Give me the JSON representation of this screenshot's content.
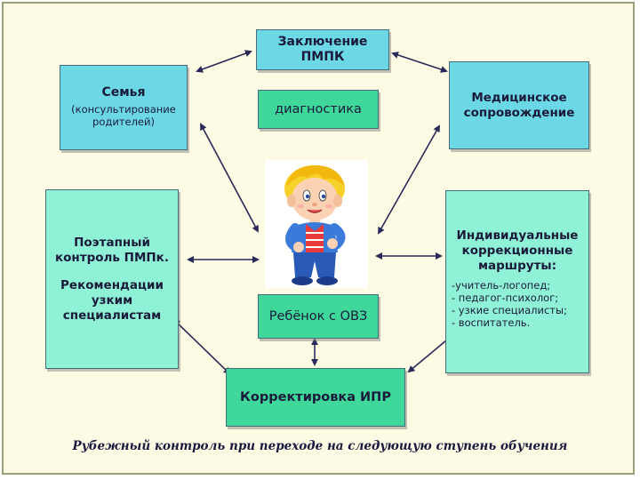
{
  "boxes": {
    "conclusion": "Заключение ПМПК",
    "family_title": "Семья",
    "family_sub": "(консультирование родителей)",
    "diagnostics": "диагностика",
    "medical": "Медицинское сопровождение",
    "control_1": "Поэтапный контроль ПМПк.",
    "control_2": "Рекомендации узким специалистам",
    "routes_title": "Индивидуальные коррекционные маршруты:",
    "routes_items": [
      "-учитель-логопед;",
      "- педагог-психолог;",
      "- узкие специалисты;",
      "- воспитатель."
    ],
    "child": "Ребёнок с ОВЗ",
    "correction": "Корректировка ИПР"
  },
  "footer": "Рубежный контроль при переходе на следующую ступень обучения",
  "colors": {
    "cyan": "#6cd8e6",
    "mint": "#8ff2d6",
    "green": "#3fd89a",
    "background": "#fdfbe3",
    "arrow": "#2a2a5a"
  },
  "icons": {
    "child": "boy-illustration"
  }
}
